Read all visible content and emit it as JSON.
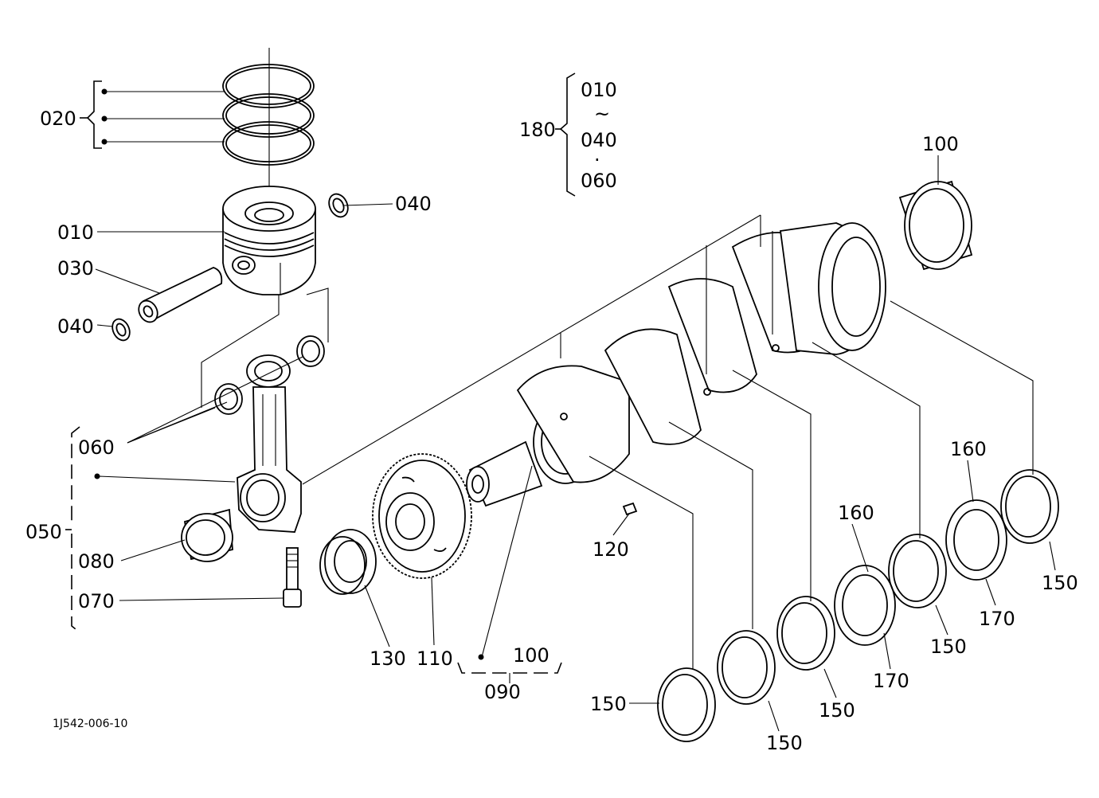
{
  "labels": {
    "p020": "020",
    "p010": "010",
    "p030": "030",
    "p040a": "040",
    "p040b": "040",
    "p060": "060",
    "p050": "050",
    "p080": "080",
    "p070": "070",
    "p130": "130",
    "p110": "110",
    "p090_100": "100",
    "p090": "090",
    "p120": "120",
    "p180": "180",
    "p180_010": "010",
    "p180_tilde": "~",
    "p180_040": "040",
    "p180_dot": "·",
    "p180_060": "060",
    "p100_top": "100",
    "p160a": "160",
    "p160b": "160",
    "p170a": "170",
    "p170b": "170",
    "p150a": "150",
    "p150b": "150",
    "p150c": "150",
    "p150d": "150",
    "p150e": "150"
  },
  "drawing_code": "1J542-006-10"
}
